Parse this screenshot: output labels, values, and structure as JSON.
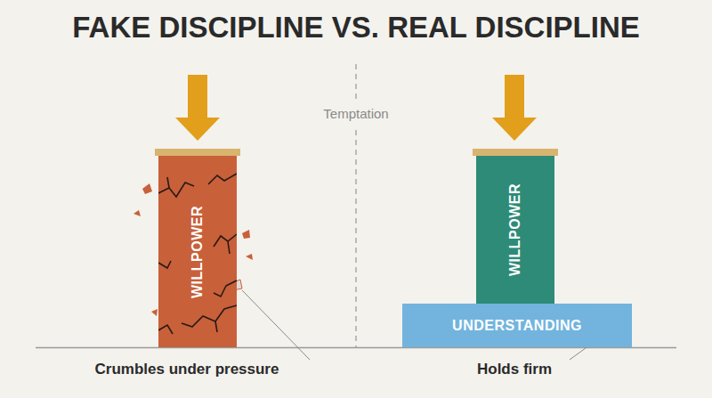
{
  "diagram": {
    "title": "FAKE DISCIPLINE VS. REAL DISCIPLINE",
    "nodes": [
      {
        "text": [
          "WILLPOWER"
        ]
      },
      {
        "text": [
          "WILLPOWER"
        ]
      },
      {
        "text": [
          "UNDERSTANDING"
        ]
      }
    ],
    "labels": [
      "Temptation",
      "Crumbles under pressure",
      "Holds firm"
    ]
  }
}
